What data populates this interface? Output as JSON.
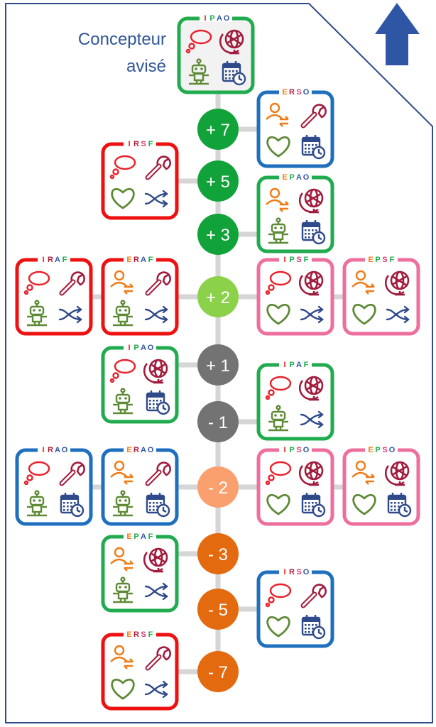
{
  "title": {
    "line1": "Concepteur",
    "line2": "avisé"
  },
  "colors": {
    "frame": "#2f4a8a",
    "arrow": "#2f56a4",
    "stem": "#d6d6d6",
    "card_green": "#1fab4e",
    "card_blue": "#1f6fbf",
    "card_red": "#ee1111",
    "card_pink": "#ee6f9d",
    "card_fill": "#ffffff",
    "card_fill_top": "#f2f2f2",
    "node_dark_green": "#12a23a",
    "node_light_green": "#8cd14a",
    "node_grey": "#737373",
    "node_light_orange": "#f9a06e",
    "node_orange": "#e46a10",
    "icon_red": "#e8202b",
    "icon_maroon": "#a11d3d",
    "icon_orange": "#f07b17",
    "icon_olive": "#5e8a36",
    "icon_navy": "#2f4a8a",
    "letter_I": "#e32222",
    "letter_E": "#f07b17",
    "letter_P": "#1fab4e",
    "letter_R": "#b11d3d",
    "letter_A": "#2f56a4",
    "letter_S": "#d53c75",
    "letter_O": "#2f56a4",
    "letter_F": "#1fab4e"
  },
  "nodes": [
    {
      "label": "+ 7",
      "color": "node_dark_green"
    },
    {
      "label": "+ 5",
      "color": "node_dark_green"
    },
    {
      "label": "+ 3",
      "color": "node_dark_green"
    },
    {
      "label": "+ 2",
      "color": "node_light_green"
    },
    {
      "label": "+ 1",
      "color": "node_grey"
    },
    {
      "label": "- 1",
      "color": "node_grey"
    },
    {
      "label": "- 2",
      "color": "node_light_orange"
    },
    {
      "label": "- 3",
      "color": "node_orange"
    },
    {
      "label": "- 5",
      "color": "node_orange"
    },
    {
      "label": "- 7",
      "color": "node_orange"
    }
  ],
  "cards": [
    {
      "code": "IPAO",
      "border": "card_green",
      "icons": [
        "thought-bubble-icon",
        "globe-icon",
        "robot-icon",
        "calendar-icon"
      ]
    },
    {
      "code": "ERSO",
      "border": "card_blue",
      "icons": [
        "people-exchange-icon",
        "wrench-icon",
        "heart-icon",
        "calendar-icon"
      ]
    },
    {
      "code": "IRSF",
      "border": "card_red",
      "icons": [
        "thought-bubble-icon",
        "wrench-icon",
        "heart-icon",
        "shuffle-icon"
      ]
    },
    {
      "code": "EPAO",
      "border": "card_green",
      "icons": [
        "people-exchange-icon",
        "globe-icon",
        "robot-icon",
        "calendar-icon"
      ]
    },
    {
      "code": "IRAF",
      "border": "card_red",
      "icons": [
        "thought-bubble-icon",
        "wrench-icon",
        "robot-icon",
        "shuffle-icon"
      ]
    },
    {
      "code": "ERAF",
      "border": "card_red",
      "icons": [
        "people-exchange-icon",
        "wrench-icon",
        "robot-icon",
        "shuffle-icon"
      ]
    },
    {
      "code": "IPSF",
      "border": "card_pink",
      "icons": [
        "thought-bubble-icon",
        "globe-icon",
        "heart-icon",
        "shuffle-icon"
      ]
    },
    {
      "code": "EPSF",
      "border": "card_pink",
      "icons": [
        "people-exchange-icon",
        "globe-icon",
        "heart-icon",
        "shuffle-icon"
      ]
    },
    {
      "code": "IPAO",
      "border": "card_green",
      "icons": [
        "thought-bubble-icon",
        "globe-icon",
        "robot-icon",
        "calendar-icon"
      ]
    },
    {
      "code": "IPAF",
      "border": "card_green",
      "icons": [
        "thought-bubble-icon",
        "globe-icon",
        "robot-icon",
        "shuffle-icon"
      ]
    },
    {
      "code": "IRAO",
      "border": "card_blue",
      "icons": [
        "thought-bubble-icon",
        "wrench-icon",
        "robot-icon",
        "calendar-icon"
      ]
    },
    {
      "code": "ERAO",
      "border": "card_blue",
      "icons": [
        "people-exchange-icon",
        "wrench-icon",
        "robot-icon",
        "calendar-icon"
      ]
    },
    {
      "code": "IPSO",
      "border": "card_pink",
      "icons": [
        "thought-bubble-icon",
        "globe-icon",
        "heart-icon",
        "calendar-icon"
      ]
    },
    {
      "code": "EPSO",
      "border": "card_pink",
      "icons": [
        "people-exchange-icon",
        "globe-icon",
        "heart-icon",
        "calendar-icon"
      ]
    },
    {
      "code": "EPAF",
      "border": "card_green",
      "icons": [
        "people-exchange-icon",
        "globe-icon",
        "robot-icon",
        "shuffle-icon"
      ]
    },
    {
      "code": "IRSO",
      "border": "card_blue",
      "icons": [
        "thought-bubble-icon",
        "wrench-icon",
        "heart-icon",
        "calendar-icon"
      ]
    },
    {
      "code": "ERSF",
      "border": "card_red",
      "icons": [
        "people-exchange-icon",
        "wrench-icon",
        "heart-icon",
        "shuffle-icon"
      ]
    }
  ]
}
